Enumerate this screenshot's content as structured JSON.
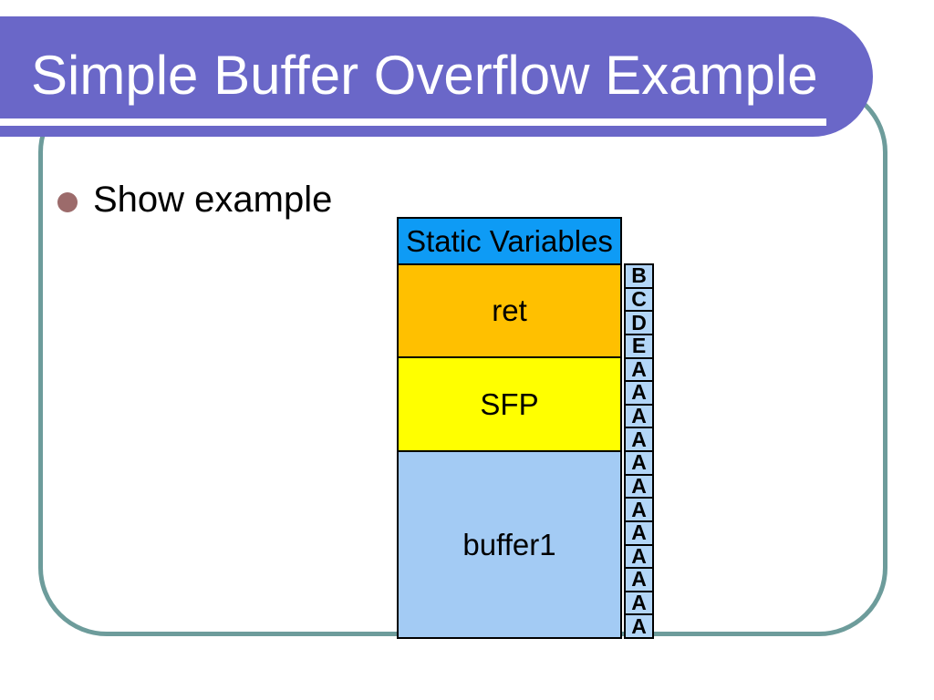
{
  "slide": {
    "title": "Simple Buffer Overflow Example",
    "bullet": {
      "label": "Show example"
    },
    "colors": {
      "banner": "#6A67C8",
      "border": "#6D9C9B",
      "bullet": "#9C6B6B",
      "title_text": "#FFFFFF",
      "static_box": "#0E9BF5",
      "ret_box": "#FFC000",
      "sfp_box": "#FFFF00",
      "buffer_box": "#A3CBF4",
      "overflow_cell": "#B3D6F8"
    },
    "diagram": {
      "header": {
        "label": "Static Variables",
        "bg": "#0E9BF5"
      },
      "blocks": [
        {
          "label": "ret",
          "bg": "#FFC000"
        },
        {
          "label": "SFP",
          "bg": "#FFFF00"
        },
        {
          "label": "buffer1",
          "bg": "#A3CBF4"
        }
      ],
      "overflow_cells": [
        "B",
        "C",
        "D",
        "E",
        "A",
        "A",
        "A",
        "A",
        "A",
        "A",
        "A",
        "A",
        "A",
        "A",
        "A",
        "A"
      ],
      "cell_bg": "#B3D6F8"
    }
  }
}
